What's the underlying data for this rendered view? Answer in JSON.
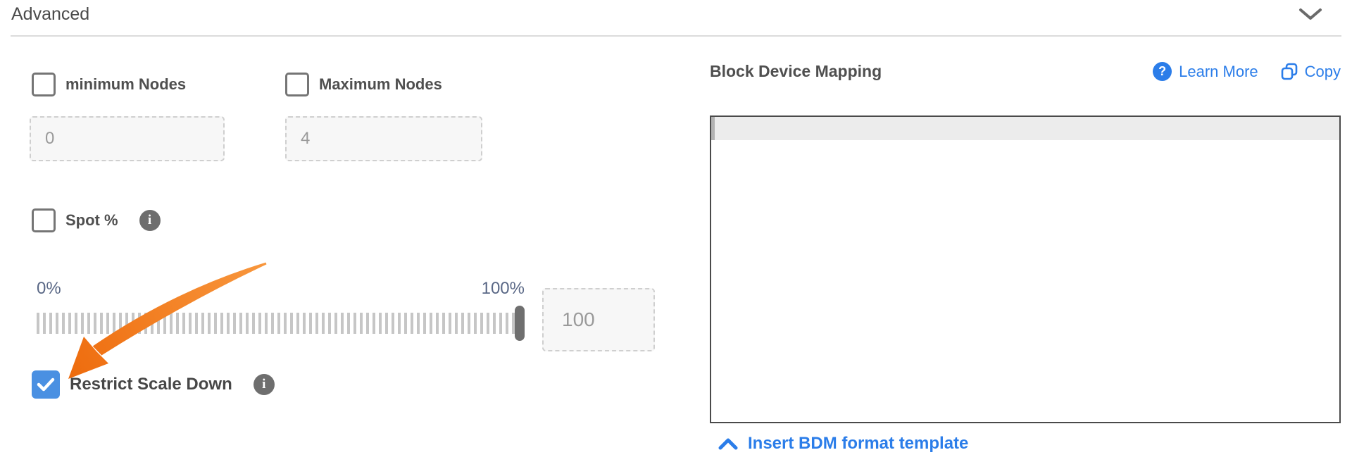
{
  "header": {
    "title": "Advanced"
  },
  "advanced_form": {
    "minimum_nodes": {
      "label": "minimum Nodes",
      "checked": false,
      "input_value": "0"
    },
    "maximum_nodes": {
      "label": "Maximum Nodes",
      "checked": false,
      "input_value": "4"
    },
    "spot_percentage": {
      "label": "Spot %",
      "checked": false,
      "info_glyph": "i"
    },
    "spot_slider": {
      "min_label": "0%",
      "max_label": "100%",
      "value": 100,
      "input_value": "100"
    },
    "restrict_scale_down": {
      "label": "Restrict Scale Down",
      "checked": true,
      "info_glyph": "i"
    }
  },
  "block_device_mapping": {
    "title": "Block Device Mapping",
    "learn_more_label": "Learn More",
    "help_glyph": "?",
    "copy_label": "Copy",
    "editor_content": "",
    "insert_template_label": "Insert BDM format template"
  },
  "colors": {
    "accent-blue": "#2b7de9",
    "check-blue": "#4a90e2",
    "orange": "#ee6c0e",
    "orange-light": "#f8973d",
    "slate": "#5a6886",
    "tick": "#c6c6c6"
  }
}
